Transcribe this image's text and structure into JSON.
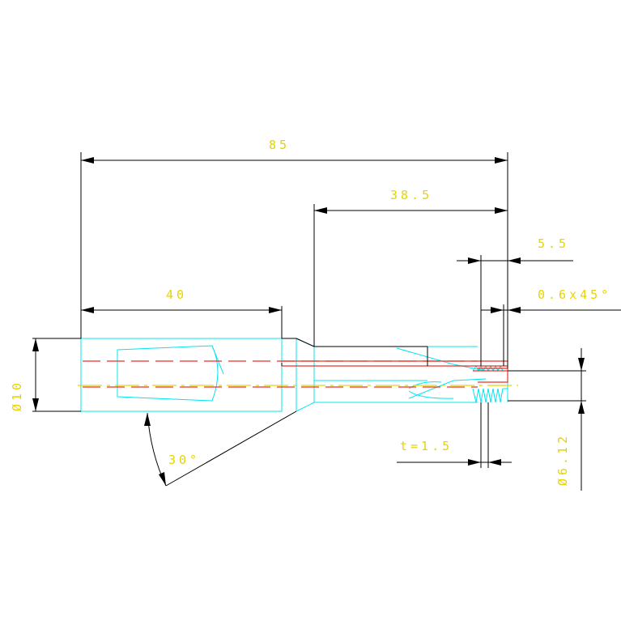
{
  "colors": {
    "dimension_text": "#e6d400",
    "part_outline": "#00e5f0",
    "dimension_lines": "#000000",
    "hidden_line": "#e8312a",
    "center_line": "#e6d400",
    "background": "#ffffff"
  },
  "dimensions": {
    "overall_length": "85",
    "right_section_length": "38.5",
    "thread_length": "5.5",
    "chamfer": "0.6x45°",
    "left_section_length": "40",
    "left_diameter": "Ø10",
    "taper_angle": "30°",
    "wall_thickness": "t=1.5",
    "right_diameter": "Ø6.12"
  }
}
